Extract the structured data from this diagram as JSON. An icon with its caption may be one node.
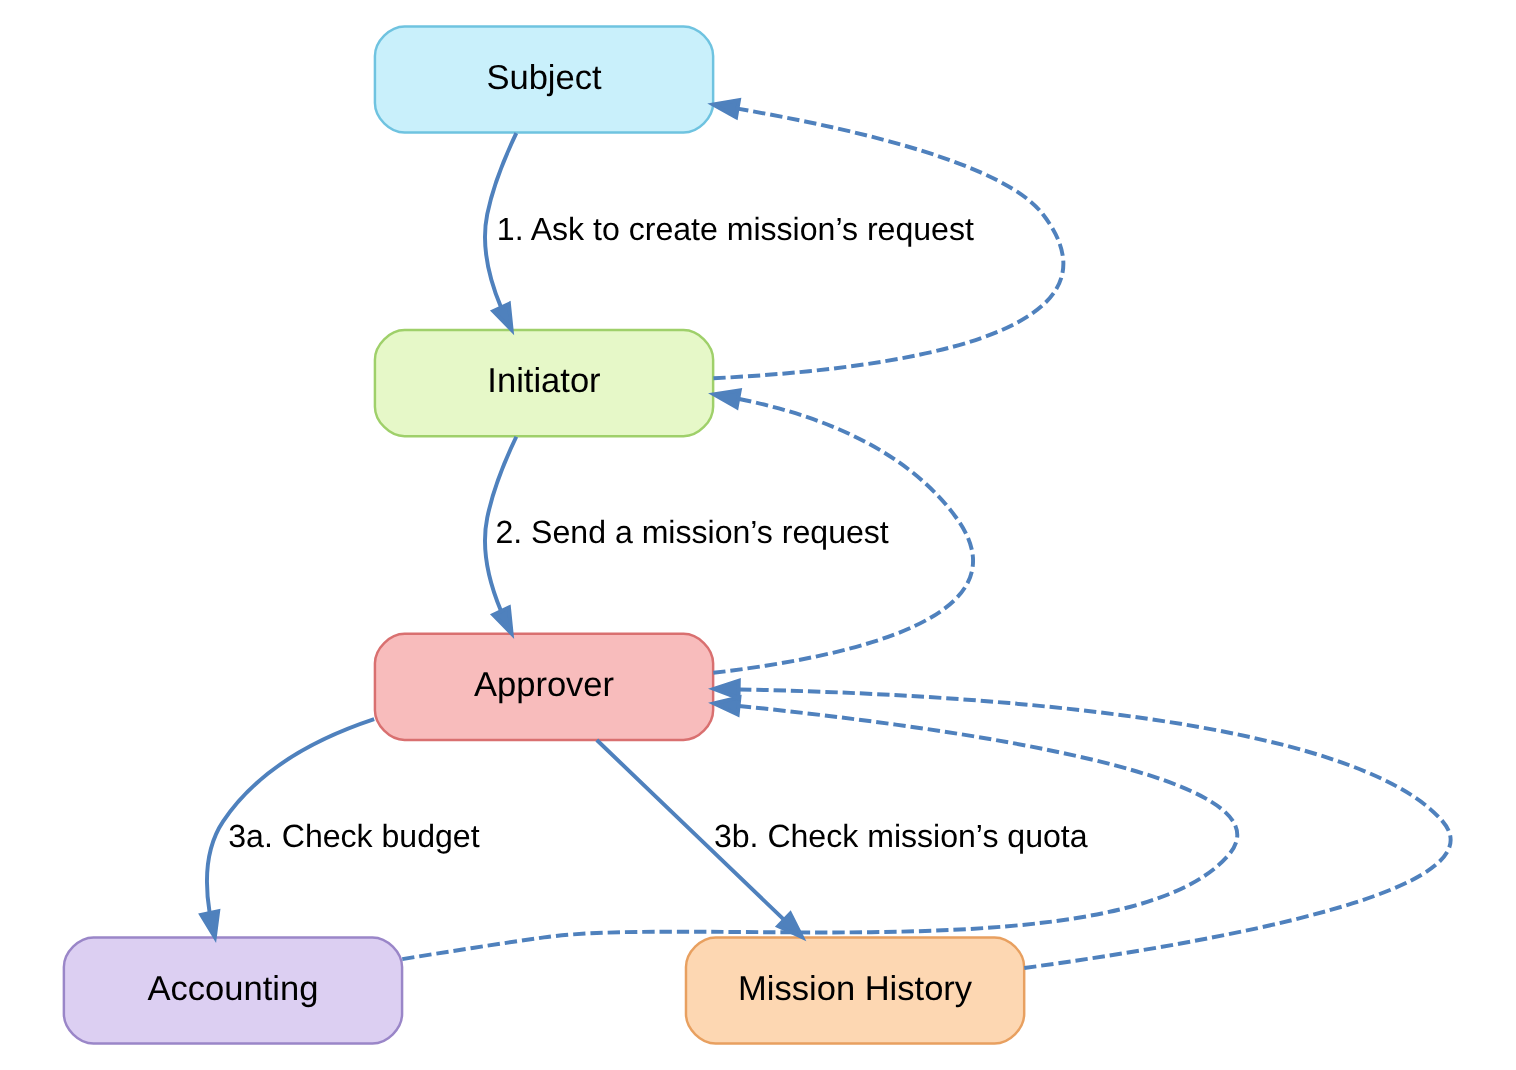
{
  "diagram": {
    "nodes": [
      {
        "text": [
          "Subject"
        ]
      },
      {
        "text": [
          "Initiator"
        ]
      },
      {
        "text": [
          "Approver"
        ]
      },
      {
        "text": [
          "Accounting"
        ]
      },
      {
        "text": [
          "Mission History"
        ]
      }
    ],
    "edges": [
      {
        "from": 0,
        "to": 1,
        "arrow": "to",
        "label": "1. Ask to create mission’s request"
      },
      {
        "from": 1,
        "to": 0,
        "arrow": "to",
        "style": "dashed"
      },
      {
        "from": 1,
        "to": 2,
        "arrow": "to",
        "label": "2. Send a mission’s request"
      },
      {
        "from": 2,
        "to": 1,
        "arrow": "to",
        "style": "dashed"
      },
      {
        "from": 2,
        "to": 3,
        "arrow": "to",
        "label": "3a. Check budget"
      },
      {
        "from": 3,
        "to": 2,
        "arrow": "to",
        "style": "dashed"
      },
      {
        "from": 2,
        "to": 4,
        "arrow": "to",
        "label": "3b. Check mission’s quota"
      },
      {
        "from": 4,
        "to": 2,
        "arrow": "to",
        "style": "dashed"
      }
    ]
  }
}
